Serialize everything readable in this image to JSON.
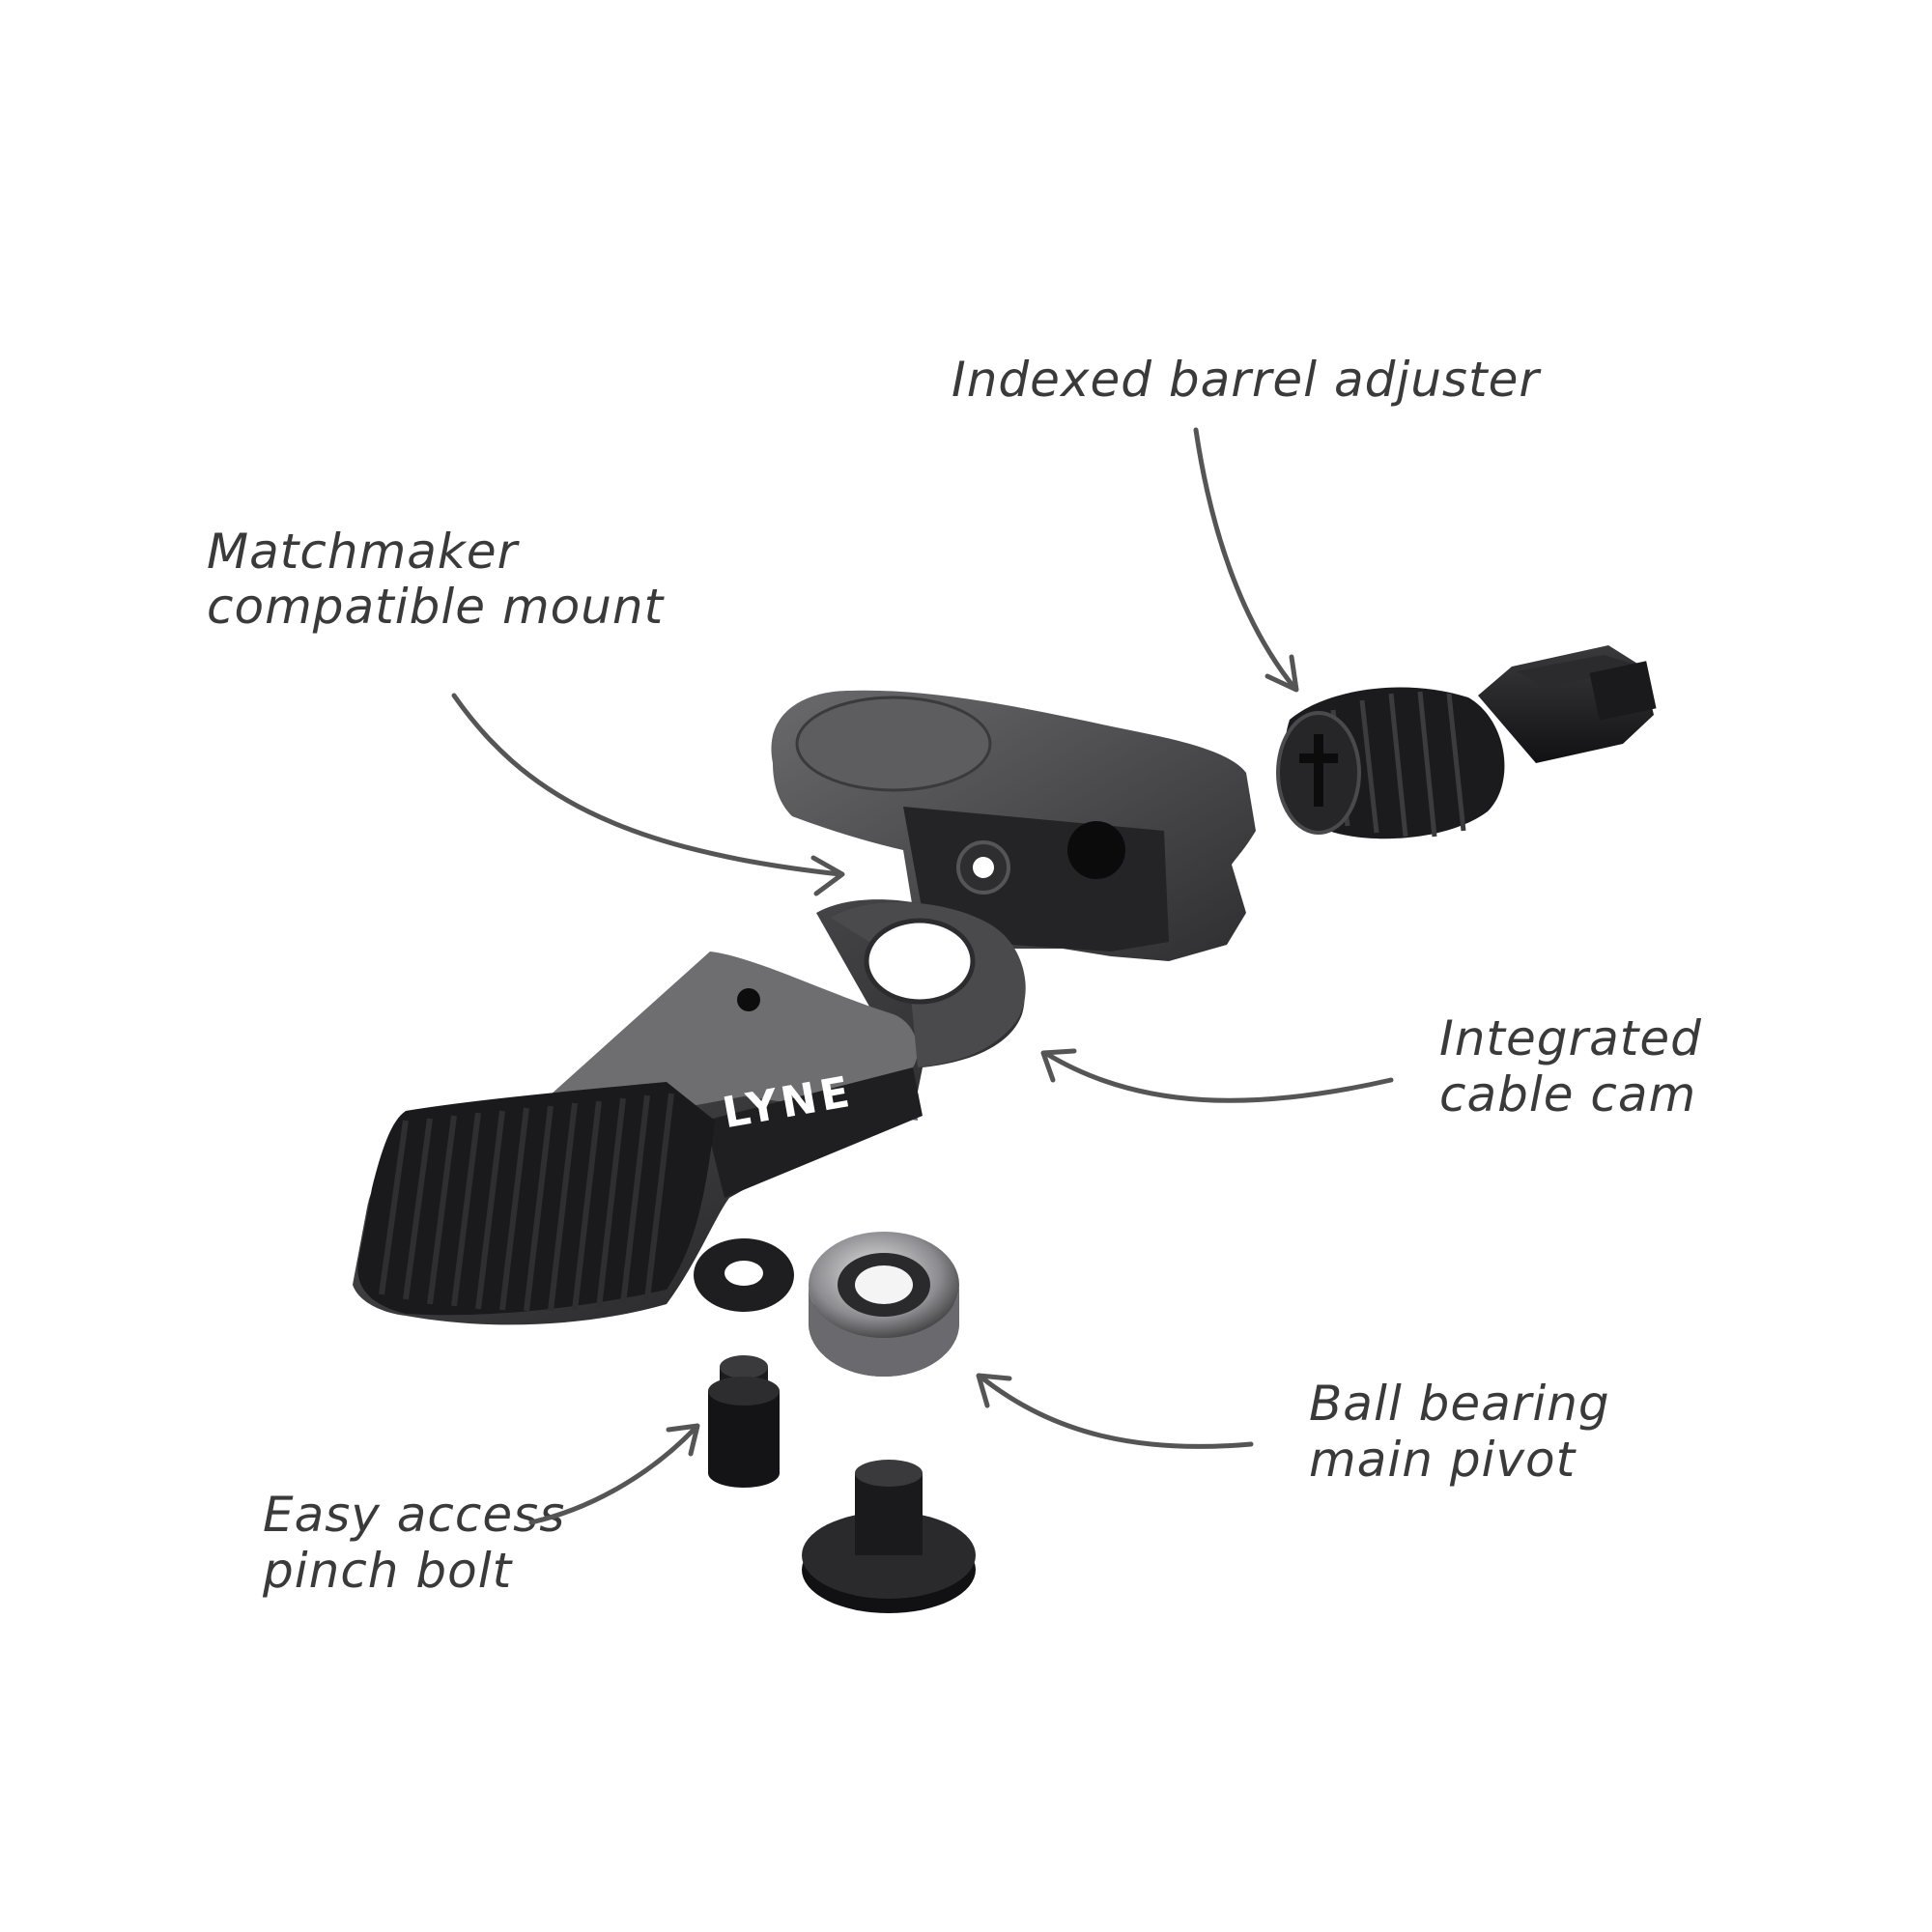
{
  "brand": {
    "logo_text": "LYNE"
  },
  "callouts": {
    "barrel_adjuster": {
      "line1": "Indexed barrel adjuster"
    },
    "mount": {
      "line1": "Matchmaker",
      "line2": "compatible mount"
    },
    "cable_cam": {
      "line1": "Integrated",
      "line2": "cable cam"
    },
    "bearing": {
      "line1": "Ball bearing",
      "line2": "main pivot"
    },
    "pinch_bolt": {
      "line1": "Easy access",
      "line2": "pinch bolt"
    }
  },
  "colors": {
    "part_dark": "#1f1f21",
    "part_mid": "#4a4a4d",
    "part_light": "#6a6a6d",
    "annotation": "#3a3a3a",
    "arrow": "#555555"
  }
}
